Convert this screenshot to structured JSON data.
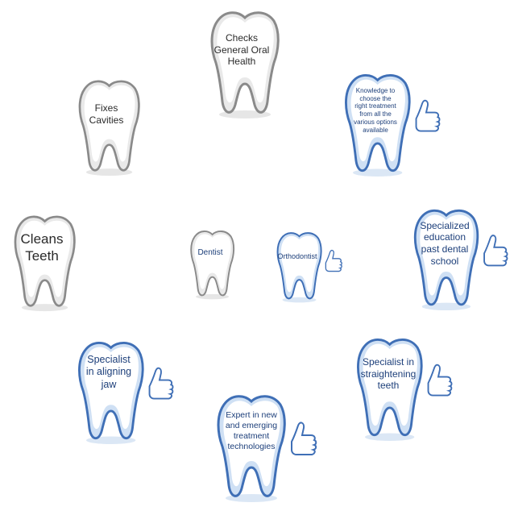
{
  "dentist_labels": {
    "cleans": "Cleans\nTeeth",
    "fixes": "Fixes\nCavities",
    "checks": "Checks\nGeneral Oral\nHealth",
    "center_dentist": "Dentist"
  },
  "orthodontist_labels": {
    "center_orthodontist": "Orthodontist",
    "knowledge": "Knowledge to\nchoose the\nright treatment\nfrom all the\nvarious options\navailable",
    "specialized": "Specialized\neducation\npast dental\nschool",
    "straightening": "Specialist in\nstraightening\nteeth",
    "expert": "Expert in new\nand emerging\ntreatment\ntechnologies",
    "aligning": "Specialist\nin aligning\njaw"
  },
  "colors": {
    "gray_outline": "#8a8a8a",
    "gray_fill": "#ffffff",
    "blue_outline": "#3f6fb6",
    "blue_inner": "#cfe0f4",
    "text_gray": "#2a2a2a",
    "text_blue": "#1d3f7a"
  },
  "icons": {
    "gray_tooth": "tooth-icon",
    "blue_tooth": "tooth-icon",
    "thumb": "thumbs-up-icon"
  }
}
